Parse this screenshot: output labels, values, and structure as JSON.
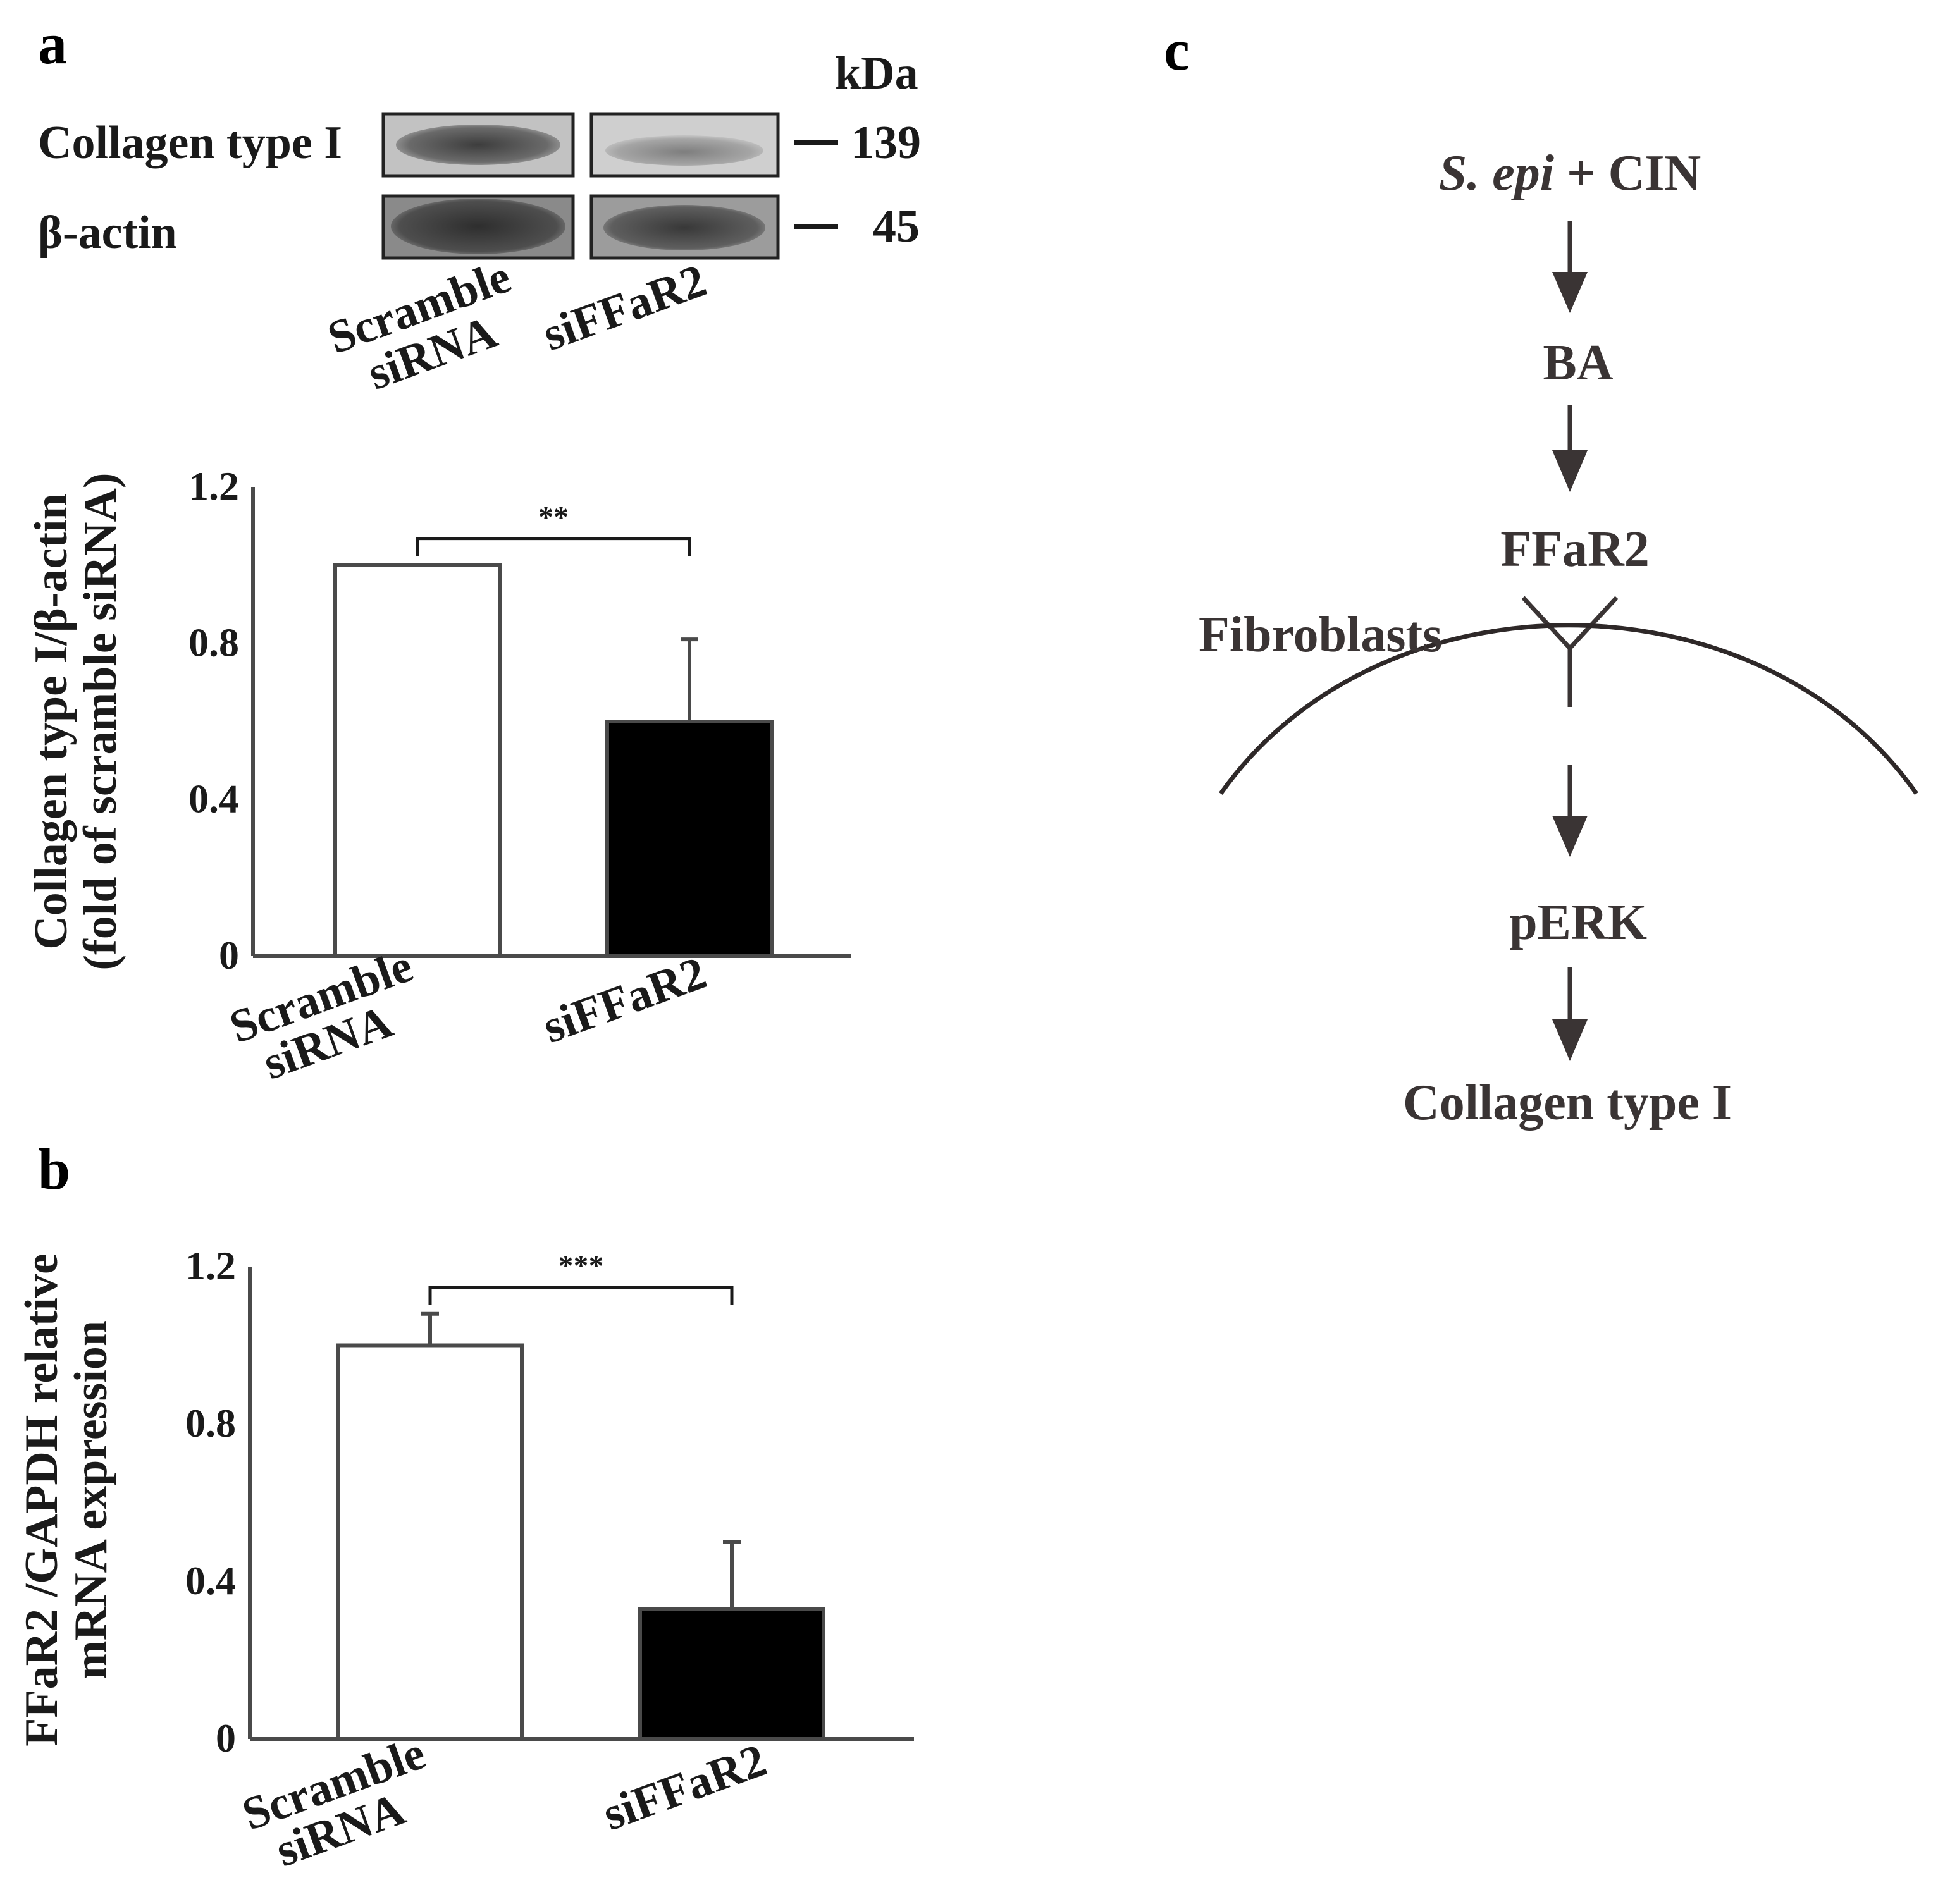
{
  "panels": {
    "a": "a",
    "b": "b",
    "c": "c"
  },
  "blot": {
    "kda_label": "kDa",
    "rows": [
      {
        "label": "Collagen type I",
        "marker": "139"
      },
      {
        "label": "β-actin",
        "marker": "45"
      }
    ],
    "lanes": [
      {
        "line1": "Scramble",
        "line2": "siRNA"
      },
      {
        "line1": "siFFaR2",
        "line2": ""
      }
    ]
  },
  "chart_data": [
    {
      "type": "bar",
      "panel": "a",
      "categories": [
        "Scramble siRNA",
        "siFFaR2"
      ],
      "category_lines": [
        [
          "Scramble",
          "siRNA"
        ],
        [
          "siFFaR2",
          ""
        ]
      ],
      "values": [
        1.0,
        0.6
      ],
      "errors": [
        0.0,
        0.21
      ],
      "bar_fills": [
        "#ffffff",
        "#000000"
      ],
      "ylabel_lines": [
        "Collagen type I/β-actin",
        "(fold of scramble siRNA)"
      ],
      "yticks": [
        "0",
        "0.4",
        "0.8",
        "1.2"
      ],
      "ylim": [
        0,
        1.2
      ],
      "significance": "**",
      "grid": false
    },
    {
      "type": "bar",
      "panel": "b",
      "categories": [
        "Scramble siRNA",
        "siFFaR2"
      ],
      "category_lines": [
        [
          "Scramble",
          "siRNA"
        ],
        [
          "siFFaR2",
          ""
        ]
      ],
      "values": [
        1.0,
        0.33
      ],
      "errors": [
        0.08,
        0.17
      ],
      "bar_fills": [
        "#ffffff",
        "#000000"
      ],
      "ylabel_lines": [
        "FFaR2 /GAPDH relative",
        "mRNA expression"
      ],
      "yticks": [
        "0",
        "0.4",
        "0.8",
        "1.2"
      ],
      "ylim": [
        0,
        1.2
      ],
      "significance": "***",
      "grid": false
    }
  ],
  "pathway": {
    "source_italic": "S. epi",
    "source_rest": " + CIN",
    "nodes": [
      "BA",
      "FFaR2",
      "pERK",
      "Collagen type I"
    ],
    "membrane_label": "Fibroblasts"
  },
  "colors": {
    "ink": "#1a1a1a",
    "arrow": "#3a3434",
    "bar_dark": "#000000",
    "bar_light": "#ffffff"
  }
}
